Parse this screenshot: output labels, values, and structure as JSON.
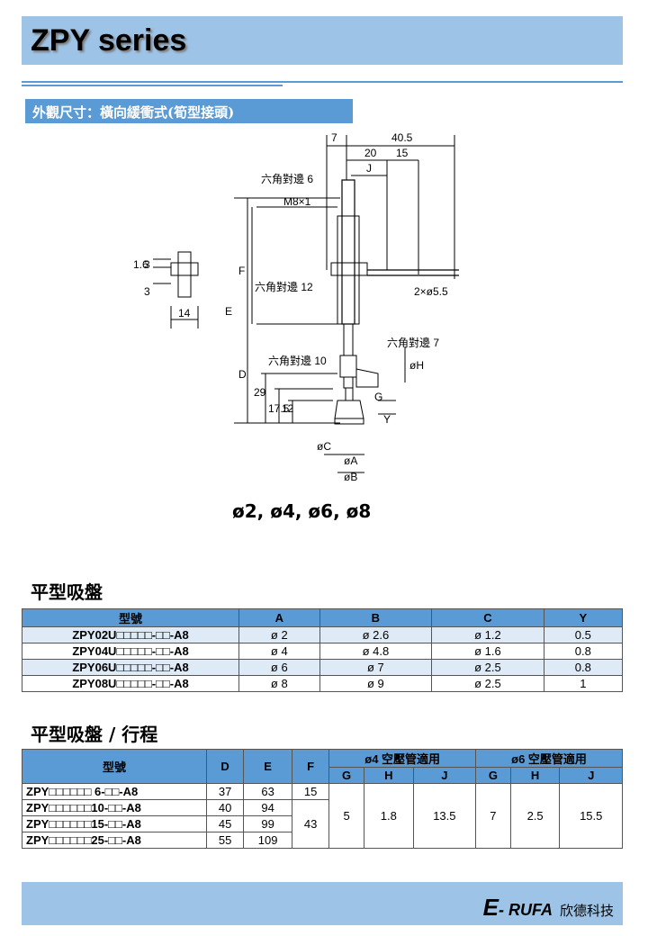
{
  "header": {
    "title": "ZPY series"
  },
  "section_title": "外觀尺寸：橫向緩衝式(筍型接頭)",
  "drawing": {
    "dims": [
      "7",
      "40.5",
      "20",
      "15",
      "J",
      "六角對邊 6",
      "M8×1",
      "1.6",
      "3",
      "3",
      "14",
      "F",
      "E",
      "六角對邊 12",
      "2×ø5.5",
      "六角對邊 7",
      "六角對邊 10",
      "øH",
      "D",
      "29",
      "17.5",
      "12",
      "G",
      "Y",
      "øC",
      "øA",
      "øB"
    ]
  },
  "sizes_label": "ø2, ø4, ø6, ø8",
  "table1": {
    "heading": "平型吸盤",
    "headers": [
      "型號",
      "A",
      "B",
      "C",
      "Y"
    ],
    "rows": [
      [
        "ZPY02U□□□□□-□□-A8",
        "ø 2",
        "ø 2.6",
        "ø 1.2",
        "0.5"
      ],
      [
        "ZPY04U□□□□□-□□-A8",
        "ø 4",
        "ø 4.8",
        "ø 1.6",
        "0.8"
      ],
      [
        "ZPY06U□□□□□-□□-A8",
        "ø 6",
        "ø 7",
        "ø 2.5",
        "0.8"
      ],
      [
        "ZPY08U□□□□□-□□-A8",
        "ø 8",
        "ø 9",
        "ø 2.5",
        "1"
      ]
    ]
  },
  "table2": {
    "heading": "平型吸盤 / 行程",
    "headers": [
      "型號",
      "D",
      "E",
      "F"
    ],
    "group1": "ø4 空壓管適用",
    "group2": "ø6 空壓管適用",
    "sub": [
      "G",
      "H",
      "J",
      "G",
      "H",
      "J"
    ],
    "rows": [
      [
        "ZPY□□□□□□ 6-□□-A8",
        "37",
        "63",
        "15"
      ],
      [
        "ZPY□□□□□□10-□□-A8",
        "40",
        "94"
      ],
      [
        "ZPY□□□□□□15-□□-A8",
        "45",
        "99"
      ],
      [
        "ZPY□□□□□□25-□□-A8",
        "55",
        "109"
      ]
    ],
    "f_merged": "43",
    "shared": [
      "5",
      "1.8",
      "13.5",
      "7",
      "2.5",
      "15.5"
    ]
  },
  "footer": {
    "brand_e": "E",
    "brand_name": "- RUFA",
    "brand_cn": "欣德科技"
  }
}
